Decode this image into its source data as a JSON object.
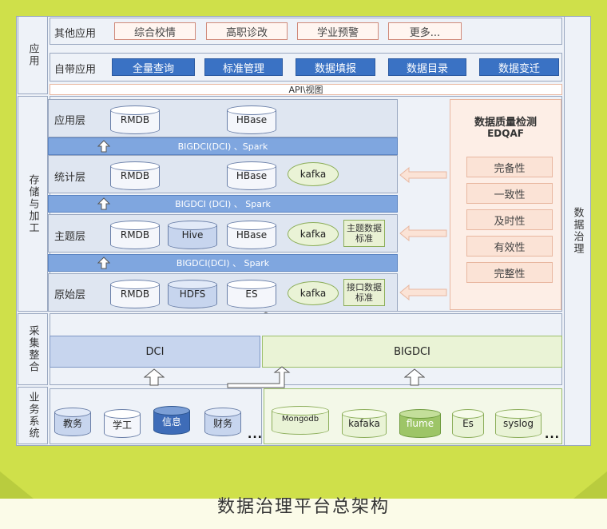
{
  "sections": {
    "app": "应用",
    "storage": "存储与加工",
    "collect": "采集整合",
    "business": "业务系统",
    "governance": "数据治理"
  },
  "app_rows": {
    "other_label": "其他应用",
    "other_items": [
      "综合校情",
      "高职诊改",
      "学业预警",
      "更多..."
    ],
    "builtin_label": "自带应用",
    "builtin_items": [
      "全量查询",
      "标准管理",
      "数据填报",
      "数据目录",
      "数据变迁"
    ]
  },
  "api_view": "API\\视图",
  "layers": {
    "app_layer": {
      "label": "应用层",
      "items": [
        "RMDB",
        "HBase"
      ]
    },
    "stat_layer": {
      "label": "统计层",
      "items": [
        "RMDB",
        "HBase",
        "kafka"
      ]
    },
    "theme_layer": {
      "label": "主题层",
      "items": [
        "RMDB",
        "Hive",
        "HBase",
        "kafka"
      ],
      "std": "主题数据标准"
    },
    "raw_layer": {
      "label": "原始层",
      "items": [
        "RMDB",
        "HDFS",
        "ES",
        "kafka"
      ],
      "std": "接口数据标准"
    }
  },
  "bands": [
    "BIGDCI(DCI) 、Spark",
    "BIGDCI (DCI) 、 Spark",
    "BIGDCI(DCI) 、 Spark"
  ],
  "quality": {
    "title": "数据质量检测",
    "subtitle": "EDQAF",
    "items": [
      "完备性",
      "一致性",
      "及时性",
      "有效性",
      "完整性"
    ]
  },
  "collect": {
    "left": "DCI",
    "right": "BIGDCI"
  },
  "business": {
    "left_items": [
      "教务",
      "学工",
      "信息",
      "财务"
    ],
    "right_items": [
      "Mongodb",
      "kafaka",
      "flume",
      "Es",
      "syslog"
    ],
    "more": "..."
  },
  "footer_title": "数据治理平台总架构",
  "colors": {
    "background": "#cfe04a",
    "footer": "#fbfbe8",
    "band": "#7fa6df",
    "button_blue": "#3a72c4"
  }
}
